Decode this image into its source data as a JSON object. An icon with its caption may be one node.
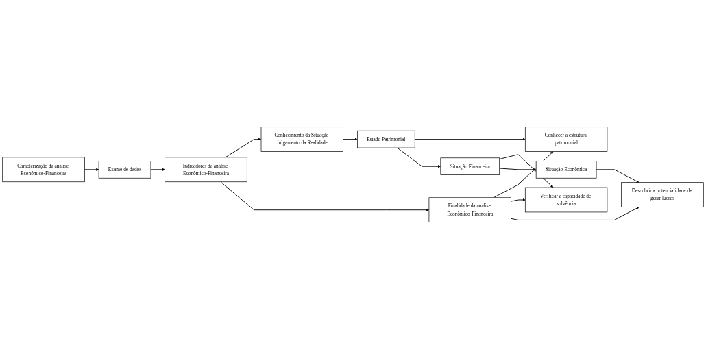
{
  "diagram": {
    "nodes": [
      {
        "text": [
          "Caracterização da análise Econômico-Financeira"
        ]
      },
      {
        "text": [
          "Exame de dados"
        ]
      },
      {
        "text": [
          "Indicadores da análise Econômico-Financeira"
        ]
      },
      {
        "text": [
          "Conhecimento da Situação Julgamento da Realidade"
        ]
      },
      {
        "text": [
          "Finalidade da análise Econômico-Financeira"
        ]
      },
      {
        "text": [
          "Conhecer a estrutura patrimonial"
        ]
      },
      {
        "text": [
          "Estado Patrimonial"
        ]
      },
      {
        "text": [
          "Verificar a capacidade de solvência"
        ]
      },
      {
        "text": [
          "Situação Financeira"
        ]
      },
      {
        "text": [
          "Descobrir a potencialidade de gerar lucros"
        ]
      },
      {
        "text": [
          "Situação Econômica"
        ]
      }
    ],
    "edges": [
      {
        "from": 0,
        "to": 1,
        "arrow": "to"
      },
      {
        "from": 1,
        "to": 2,
        "arrow": "to"
      },
      {
        "from": 2,
        "to": 3,
        "arrow": "to"
      },
      {
        "from": 3,
        "to": 6,
        "arrow": "to"
      },
      {
        "from": 2,
        "to": 4,
        "arrow": "to"
      },
      {
        "from": 6,
        "to": 5,
        "arrow": "to"
      },
      {
        "from": 6,
        "to": 8,
        "arrow": "to"
      },
      {
        "from": 8,
        "to": 7,
        "arrow": "to"
      },
      {
        "from": 8,
        "to": 10,
        "arrow": "to"
      },
      {
        "from": 10,
        "to": 9,
        "arrow": "to"
      },
      {
        "from": 4,
        "to": 5,
        "arrow": "to"
      },
      {
        "from": 4,
        "to": 7,
        "arrow": "to"
      },
      {
        "from": 4,
        "to": 9,
        "arrow": "to"
      }
    ]
  }
}
